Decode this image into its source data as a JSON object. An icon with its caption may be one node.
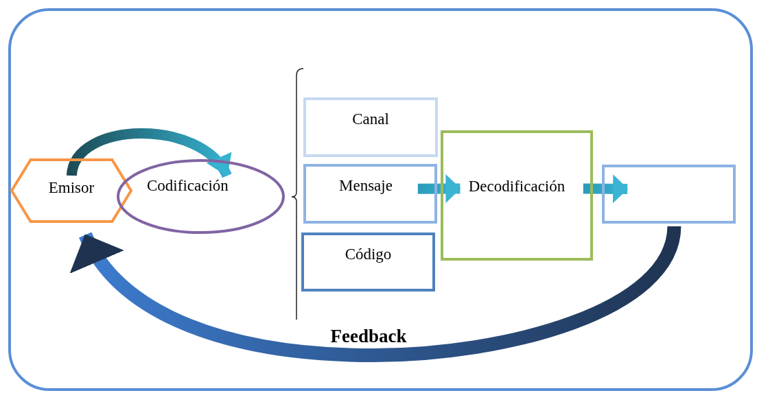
{
  "diagram": {
    "nodes": [
      {
        "text": [],
        "shape": "box"
      },
      {
        "text": [
          "Emisor"
        ],
        "in": 0
      },
      {
        "text": [
          "Codificación"
        ],
        "in": 0
      },
      {
        "text": [
          "Canal"
        ],
        "in": 0
      },
      {
        "text": [
          "Mensaje"
        ],
        "in": 0
      },
      {
        "text": [
          "Código"
        ],
        "in": 0
      },
      {
        "text": [
          "Decodificación"
        ],
        "in": 0
      },
      {
        "text": [],
        "shape": "box",
        "in": 0
      }
    ],
    "edges": [
      {
        "from": 1,
        "to": 2,
        "arrow": "to"
      },
      {
        "from": 4,
        "to": 6,
        "arrow": "to"
      },
      {
        "from": 6,
        "to": 7,
        "arrow": "to"
      },
      {
        "from": 7,
        "to": 1,
        "arrow": "to",
        "label": "Feedback",
        "style": "thick"
      }
    ]
  }
}
